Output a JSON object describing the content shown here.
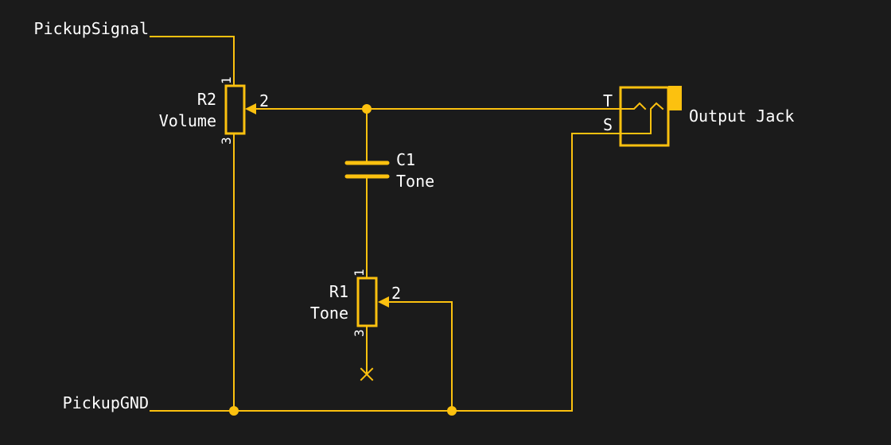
{
  "colors": {
    "background": "#1b1b1b",
    "wire": "#fcc10f",
    "text": "#ffffff"
  },
  "labels": {
    "pickup_signal": "PickupSignal",
    "pickup_gnd": "PickupGND"
  },
  "components": {
    "r2": {
      "ref": "R2",
      "value": "Volume",
      "pins": {
        "p1": "1",
        "p2": "2",
        "p3": "3"
      }
    },
    "r1": {
      "ref": "R1",
      "value": "Tone",
      "pins": {
        "p1": "1",
        "p2": "2",
        "p3": "3"
      }
    },
    "c1": {
      "ref": "C1",
      "value": "Tone"
    },
    "jack": {
      "value": "Output Jack",
      "pins": {
        "tip": "T",
        "sleeve": "S"
      }
    }
  }
}
